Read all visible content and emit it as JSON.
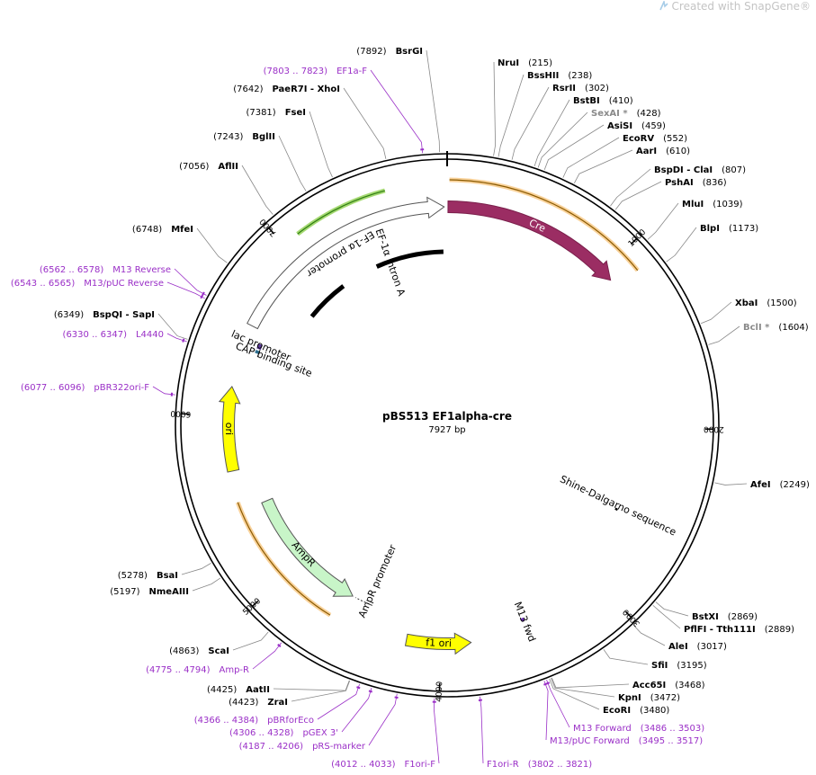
{
  "watermark": {
    "prefix": "Created with ",
    "brand": "SnapGene",
    "suffix": "®"
  },
  "plasmid": {
    "name": "pBS513 EF1alpha-cre",
    "size_label": "7927 bp",
    "length": 7927
  },
  "colors": {
    "cre": "#9b2d63",
    "cre_text": "#ffffff",
    "ef1a_promoter": "#ffffff",
    "ampr": "#c8f5c8",
    "ori": "#ffff00",
    "f1_ori": "#ffff00",
    "lac_promoter": "#ffffff",
    "primer": "#9a2fc7",
    "enzyme_grey": "#8a8a8a",
    "ef1a_halo": "#8ecf4f",
    "cre_halo": "#f7c781",
    "amp_halo": "#f7c781",
    "misc_feature": "#000000"
  },
  "ticks": [
    {
      "pos": 1000,
      "label": "1000"
    },
    {
      "pos": 2000,
      "label": "2000"
    },
    {
      "pos": 3000,
      "label": "3000"
    },
    {
      "pos": 4000,
      "label": "4000"
    },
    {
      "pos": 5000,
      "label": "5000"
    },
    {
      "pos": 6000,
      "label": "6000"
    },
    {
      "pos": 7000,
      "label": "7000"
    }
  ],
  "features": [
    {
      "id": "cre",
      "label": "Cre",
      "type": "arrow",
      "start": 5,
      "end": 1065,
      "dir": 1,
      "color": "#9b2d63",
      "label_color": "#ffffff",
      "label_on_arrow": true
    },
    {
      "id": "ef1a-promoter",
      "label": "EF-1α promoter",
      "type": "arrow",
      "start": 6540,
      "end": 7910,
      "dir": 1,
      "color": "#ffffff",
      "label_color": "#000000",
      "label_on_arrow": false
    },
    {
      "id": "ampr",
      "label": "AmpR",
      "type": "arrow",
      "start": 4600,
      "end": 5445,
      "dir": -1,
      "color": "#c8f5c8",
      "label_color": "#000000",
      "label_on_arrow": false
    },
    {
      "id": "ori",
      "label": "ori",
      "type": "arrow",
      "start": 5680,
      "end": 6170,
      "dir": 1,
      "color": "#ffff00",
      "label_color": "#000000",
      "label_on_arrow": true
    },
    {
      "id": "f1-ori",
      "label": "f1 ori",
      "type": "arrow",
      "start": 3825,
      "end": 4200,
      "dir": -1,
      "color": "#ffff00",
      "label_color": "#000000",
      "label_on_arrow": true
    }
  ],
  "feature_labels": [
    {
      "text": "EF-1α intron A",
      "pos": 7500,
      "r": 192
    },
    {
      "text": "AmpR promoter",
      "pos": 4490,
      "r": 190
    },
    {
      "text": "lac promoter",
      "pos": 6452,
      "r": 225
    },
    {
      "text": "CAP binding site",
      "pos": 6398,
      "r": 206
    },
    {
      "text": "M13 fwd",
      "pos": 3492,
      "r": 235
    },
    {
      "text": "Shine-Dalgarno sequence",
      "pos": 2540,
      "r": 210
    }
  ],
  "enzymes": [
    {
      "name": "BsrGI",
      "pos_label": "7892",
      "side": "left",
      "grey": false
    },
    {
      "name": "NruI",
      "pos_label": "215",
      "side": "right",
      "grey": false
    },
    {
      "name": "BssHII",
      "pos_label": "238",
      "side": "right",
      "grey": false
    },
    {
      "name": "RsrII",
      "pos_label": "302",
      "side": "right",
      "grey": false
    },
    {
      "name": "BstBI",
      "pos_label": "410",
      "side": "right",
      "grey": false
    },
    {
      "name": "SexAI *",
      "pos_label": "428",
      "side": "right",
      "grey": true
    },
    {
      "name": "AsiSI",
      "pos_label": "459",
      "side": "right",
      "grey": false
    },
    {
      "name": "EcoRV",
      "pos_label": "552",
      "side": "right",
      "grey": false
    },
    {
      "name": "AarI",
      "pos_label": "610",
      "side": "right",
      "grey": false
    },
    {
      "name": "BspDI - ClaI",
      "pos_label": "807",
      "side": "right",
      "grey": false
    },
    {
      "name": "PshAI",
      "pos_label": "836",
      "side": "right",
      "grey": false
    },
    {
      "name": "MluI",
      "pos_label": "1039",
      "side": "right",
      "grey": false
    },
    {
      "name": "BlpI",
      "pos_label": "1173",
      "side": "right",
      "grey": false
    },
    {
      "name": "XbaI",
      "pos_label": "1500",
      "side": "right",
      "grey": false
    },
    {
      "name": "BclI *",
      "pos_label": "1604",
      "side": "right",
      "grey": true
    },
    {
      "name": "AfeI",
      "pos_label": "2249",
      "side": "right",
      "grey": false
    },
    {
      "name": "BstXI",
      "pos_label": "2869",
      "side": "right",
      "grey": false
    },
    {
      "name": "PflFI - Tth111I",
      "pos_label": "2889",
      "side": "right",
      "grey": false
    },
    {
      "name": "AleI",
      "pos_label": "3017",
      "side": "right",
      "grey": false
    },
    {
      "name": "SfiI",
      "pos_label": "3195",
      "side": "right",
      "grey": false
    },
    {
      "name": "Acc65I",
      "pos_label": "3468",
      "side": "right",
      "grey": false
    },
    {
      "name": "KpnI",
      "pos_label": "3472",
      "side": "right",
      "grey": false
    },
    {
      "name": "EcoRI",
      "pos_label": "3480",
      "side": "right",
      "grey": false
    },
    {
      "name": "AatII",
      "pos_label": "4425",
      "side": "left",
      "grey": false
    },
    {
      "name": "ZraI",
      "pos_label": "4423",
      "side": "left",
      "grey": false
    },
    {
      "name": "ScaI",
      "pos_label": "4863",
      "side": "left",
      "grey": false
    },
    {
      "name": "NmeAIII",
      "pos_label": "5197",
      "side": "left",
      "grey": false
    },
    {
      "name": "BsaI",
      "pos_label": "5278",
      "side": "left",
      "grey": false
    },
    {
      "name": "BspQI - SapI",
      "pos_label": "6349",
      "side": "left",
      "grey": false
    },
    {
      "name": "MfeI",
      "pos_label": "6748",
      "side": "left",
      "grey": false
    },
    {
      "name": "AflII",
      "pos_label": "7056",
      "side": "left",
      "grey": false
    },
    {
      "name": "BglII",
      "pos_label": "7243",
      "side": "left",
      "grey": false
    },
    {
      "name": "FseI",
      "pos_label": "7381",
      "side": "left",
      "grey": false
    },
    {
      "name": "PaeR7I - XhoI",
      "pos_label": "7642",
      "side": "left",
      "grey": false
    }
  ],
  "primers": [
    {
      "name": "EF1a-F",
      "range": "7803 .. 7823",
      "side": "left"
    },
    {
      "name": "M13 Reverse",
      "range": "6562 .. 6578",
      "side": "left"
    },
    {
      "name": "M13/pUC Reverse",
      "range": "6543 .. 6565",
      "side": "left"
    },
    {
      "name": "L4440",
      "range": "6330 .. 6347",
      "side": "left"
    },
    {
      "name": "pBR322ori-F",
      "range": "6077 .. 6096",
      "side": "left"
    },
    {
      "name": "Amp-R",
      "range": "4775 .. 4794",
      "side": "left"
    },
    {
      "name": "pBRforEco",
      "range": "4366 .. 4384",
      "side": "left"
    },
    {
      "name": "pGEX 3'",
      "range": "4306 .. 4328",
      "side": "left"
    },
    {
      "name": "pRS-marker",
      "range": "4187 .. 4206",
      "side": "left"
    },
    {
      "name": "F1ori-F",
      "range": "4012 .. 4033",
      "side": "left"
    },
    {
      "name": "F1ori-R",
      "range": "3802 .. 3821",
      "side": "right"
    },
    {
      "name": "M13 Forward",
      "range": "3486 .. 3503",
      "side": "right"
    },
    {
      "name": "M13/pUC Forward",
      "range": "3495 .. 3517",
      "side": "right"
    }
  ]
}
